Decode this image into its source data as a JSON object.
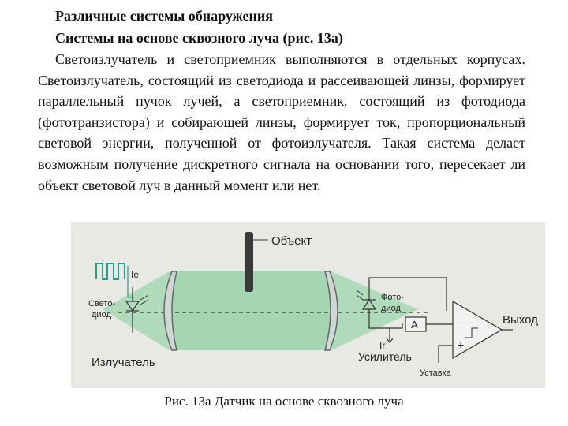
{
  "document": {
    "heading1": "Различные системы обнаружения",
    "heading2": "Системы на основе сквозного луча (рис. 13а)",
    "paragraph": "Светоизлучатель и светоприемник выполняются в отдельных корпусах. Светоизлучатель, состоящий из светодиода и рассеивающей линзы, формирует параллельный пучок лучей, а светоприемник, состоящий из фотодиода (фототранзистора) и собирающей линзы, формирует ток, пропорциональный световой энергии, полученной от фотоизлучателя. Такая система делает возможным получение дискретного сигнала на основании того, пересекает ли объект световой луч в данный момент или нет.",
    "caption": "Рис. 13а Датчик на основе сквозного луча"
  },
  "figure": {
    "object_label": "Объект",
    "ie_label": "Ie",
    "led_label_line1": "Свето-",
    "led_label_line2": "диод",
    "photodiode_label_line1": "Фото-",
    "photodiode_label_line2": "диод",
    "amp_a_label": "A",
    "ir_label": "Ir",
    "emitter_label": "Излучатель",
    "amplifier_label": "Усилитель",
    "setpoint_label": "Уставка",
    "output_label": "Выход",
    "minus_sign": "−",
    "plus_sign": "+"
  },
  "colors": {
    "beam": "#a9d9b6",
    "beam_dark": "#86c49b",
    "pulse": "#2e9a8a",
    "lens": "#cfd8d4",
    "object": "#3a3a3a",
    "figure_bg": "#e8e8e4"
  }
}
